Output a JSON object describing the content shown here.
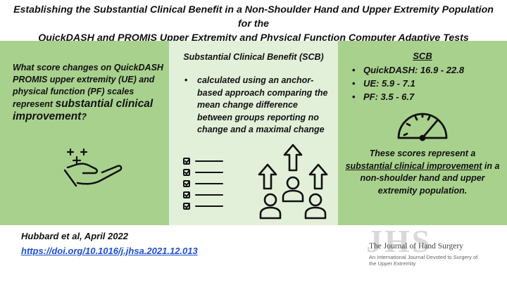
{
  "title_line1": "Establishing the Substantial Clinical Benefit in a Non-Shoulder Hand and Upper Extremity Population for the",
  "title_line2": "QuickDASH and PROMIS Upper Extremity and Physical Function Computer Adaptive Tests",
  "left": {
    "q_part1": "What score changes on QuickDASH PROMIS upper extremity (UE) and physical function (PF) scales represent ",
    "q_emph": "substantial clinical improvement",
    "q_end": "?"
  },
  "middle": {
    "heading": "Substantial Clinical Benefit (SCB)",
    "bullets": [
      "calculated using an anchor-based approach comparing the mean change difference between groups reporting no change and a maximal change"
    ]
  },
  "right": {
    "heading": "SCB",
    "ranges": [
      "QuickDASH: 16.9 - 22.8",
      "UE: 5.9 - 7.1",
      "PF: 3.5 - 6.7"
    ],
    "conclusion_pre": "These scores represent a ",
    "conclusion_emph": "substantial clinical improvement",
    "conclusion_post": " in a non-shoulder hand and upper extremity population."
  },
  "footer": {
    "citation": "Hubbard et al, April 2022",
    "doi": "https://doi.org/10.1016/j.jhsa.2021.12.013",
    "logo_letters": "JHS",
    "journal_name": "The Journal of Hand Surgery",
    "journal_sub": "An International Journal Devoted to Surgery of the Upper Extremity"
  },
  "colors": {
    "dark_green": "#a9d18e",
    "light_green": "#e2f0d9",
    "link": "#1f4fd1"
  },
  "icons": [
    "plus-icon",
    "open-hand-icon",
    "checklist-icon",
    "people-up-arrows-icon",
    "gauge-icon"
  ]
}
